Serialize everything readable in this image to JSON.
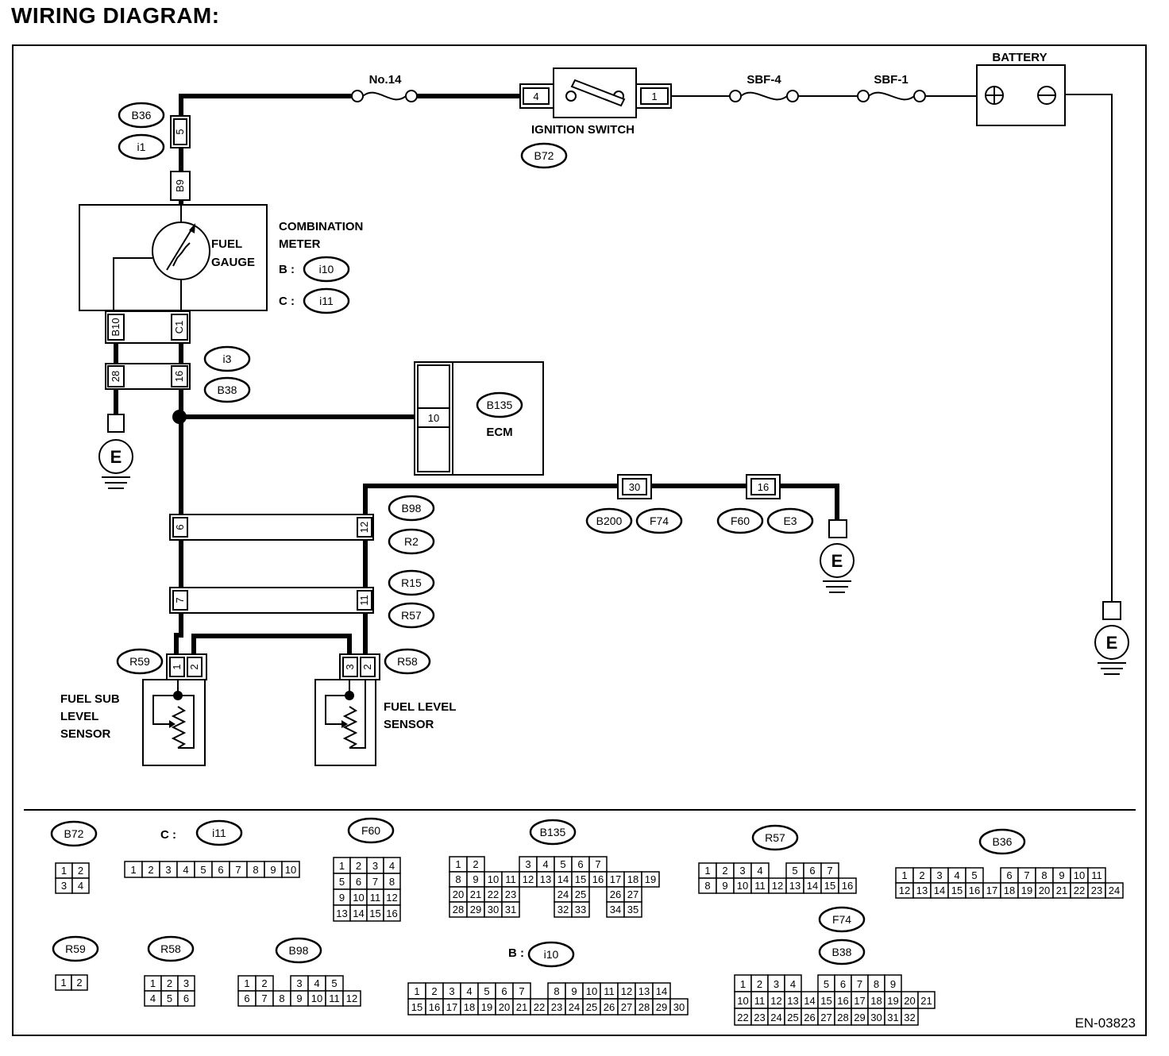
{
  "title": "WIRING DIAGRAM:",
  "doc_code": "EN-03823",
  "labels": {
    "battery": "BATTERY",
    "fuse_no14": "No.14",
    "sbf4": "SBF-4",
    "sbf1": "SBF-1",
    "ignition_switch": "IGNITION SWITCH",
    "combination_meter_1": "COMBINATION",
    "combination_meter_2": "METER",
    "b_prefix": "B :",
    "c_prefix": "C :",
    "fuel_gauge_1": "FUEL",
    "fuel_gauge_2": "GAUGE",
    "ecm": "ECM",
    "fuel_sub_1": "FUEL SUB",
    "fuel_sub_2": "LEVEL",
    "fuel_sub_3": "SENSOR",
    "fuel_level_1": "FUEL LEVEL",
    "fuel_level_2": "SENSOR",
    "ground": "E",
    "c_i11_prefix": "C :",
    "b_i10_prefix": "B :"
  },
  "connector_tags": {
    "b36": "B36",
    "i1": "i1",
    "b72": "B72",
    "i10": "i10",
    "i11": "i11",
    "i3": "i3",
    "b38": "B38",
    "b135": "B135",
    "b98": "B98",
    "r2": "R2",
    "r15": "R15",
    "r57": "R57",
    "r59": "R59",
    "r58": "R58",
    "b200": "B200",
    "f74": "F74",
    "f60": "F60",
    "e3": "E3"
  },
  "pins": {
    "b36_5": "5",
    "b9": "B9",
    "b10": "B10",
    "c1": "C1",
    "p28": "28",
    "p16": "16",
    "ecm_10": "10",
    "ign_4": "4",
    "ign_1": "1",
    "p30": "30",
    "p16b": "16",
    "b98_6": "6",
    "b98_12": "12",
    "r15_7": "7",
    "r15_11": "11",
    "r59_1": "1",
    "r59_2": "2",
    "r58_3": "3",
    "r58_2": "2"
  },
  "face_tags": {
    "b72": "B72",
    "i11": "i11",
    "f60": "F60",
    "b135": "B135",
    "r57": "R57",
    "b36": "B36",
    "r59": "R59",
    "r58": "R58",
    "b98": "B98",
    "i10": "i10",
    "f74": "F74",
    "b38": "B38"
  },
  "faces": {
    "b72": [
      [
        "1",
        "2"
      ],
      [
        "3",
        "4"
      ]
    ],
    "i11": [
      [
        "1",
        "2",
        "3",
        "4",
        "5",
        "6",
        "7",
        "8",
        "9",
        "10"
      ]
    ],
    "f60": [
      [
        "1",
        "2",
        "3",
        "4"
      ],
      [
        "5",
        "6",
        "7",
        "8"
      ],
      [
        "9",
        "10",
        "11",
        "12"
      ],
      [
        "13",
        "14",
        "15",
        "16"
      ]
    ],
    "b135": [
      [
        "1",
        "2",
        "",
        "",
        "3",
        "4",
        "5",
        "6",
        "7"
      ],
      [
        "8",
        "9",
        "10",
        "11",
        "12",
        "13",
        "14",
        "15",
        "16",
        "17",
        "18",
        "19"
      ],
      [
        "20",
        "21",
        "22",
        "23",
        "",
        "",
        "24",
        "25",
        "",
        "26",
        "27"
      ],
      [
        "28",
        "29",
        "30",
        "31",
        "",
        "",
        "32",
        "33",
        "",
        "34",
        "35"
      ]
    ],
    "r57": [
      [
        "1",
        "2",
        "3",
        "4",
        "",
        "5",
        "6",
        "7"
      ],
      [
        "8",
        "9",
        "10",
        "11",
        "12",
        "13",
        "14",
        "15",
        "16"
      ]
    ],
    "b36": [
      [
        "1",
        "2",
        "3",
        "4",
        "5",
        "",
        "6",
        "7",
        "8",
        "9",
        "10",
        "11"
      ],
      [
        "12",
        "13",
        "14",
        "15",
        "16",
        "17",
        "18",
        "19",
        "20",
        "21",
        "22",
        "23",
        "24"
      ]
    ],
    "r59": [
      [
        "1",
        "2"
      ]
    ],
    "r58": [
      [
        "1",
        "2",
        "3"
      ],
      [
        "4",
        "5",
        "6"
      ]
    ],
    "b98": [
      [
        "1",
        "2",
        "",
        "3",
        "4",
        "5"
      ],
      [
        "6",
        "7",
        "8",
        "9",
        "10",
        "11",
        "12"
      ]
    ],
    "i10": [
      [
        "1",
        "2",
        "3",
        "4",
        "5",
        "6",
        "7",
        "",
        "8",
        "9",
        "10",
        "11",
        "12",
        "13",
        "14"
      ],
      [
        "15",
        "16",
        "17",
        "18",
        "19",
        "20",
        "21",
        "22",
        "23",
        "24",
        "25",
        "26",
        "27",
        "28",
        "29",
        "30"
      ]
    ],
    "b38": [
      [
        "1",
        "2",
        "3",
        "4",
        "",
        "5",
        "6",
        "7",
        "8",
        "9"
      ],
      [
        "10",
        "11",
        "12",
        "13",
        "14",
        "15",
        "16",
        "17",
        "18",
        "19",
        "20",
        "21"
      ],
      [
        "22",
        "23",
        "24",
        "25",
        "26",
        "27",
        "28",
        "29",
        "30",
        "31",
        "32"
      ]
    ]
  }
}
